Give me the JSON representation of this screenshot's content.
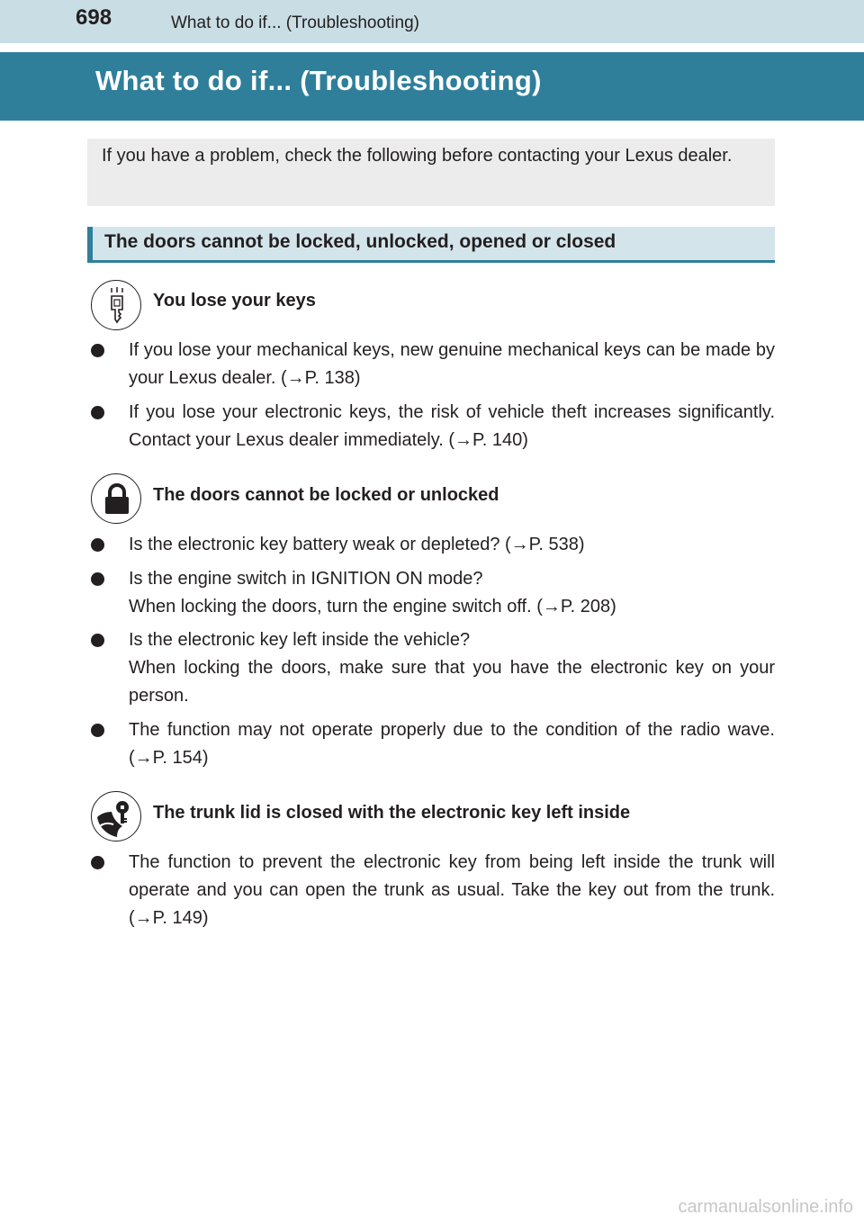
{
  "header": {
    "page_number": "698",
    "running_title": "What to do if... (Troubleshooting)"
  },
  "title": "What to do if... (Troubleshooting)",
  "intro": "If you have a problem, check the following before contacting your Lexus dealer.",
  "section": {
    "heading": "The doors cannot be locked, unlocked, opened or closed",
    "groups": [
      {
        "icon": "key-icon",
        "heading": "You lose your keys",
        "bullets": [
          {
            "lines": [
              "If you lose your mechanical keys, new genuine mechanical keys can be made by your Lexus dealer. (→P. 138)"
            ]
          },
          {
            "lines": [
              "If you lose your electronic keys, the risk of vehicle theft increases significantly. Contact your Lexus dealer immediately. (→P. 140)"
            ]
          }
        ]
      },
      {
        "icon": "padlock-icon",
        "heading": "The doors cannot be locked or unlocked",
        "bullets": [
          {
            "lines": [
              "Is the electronic key battery weak or depleted? (→P. 538)"
            ]
          },
          {
            "lines": [
              "Is the engine switch in IGNITION ON mode?",
              "When locking the doors, turn the engine switch off. (→P. 208)"
            ]
          },
          {
            "lines": [
              "Is the electronic key left inside the vehicle?",
              "When locking the doors, make sure that you have the electronic key on your person."
            ]
          },
          {
            "lines": [
              "The function may not operate properly due to the condition of the radio wave. (→P. 154)"
            ]
          }
        ]
      },
      {
        "icon": "key-in-trunk-icon",
        "heading": "The trunk lid is closed with the electronic key left inside",
        "bullets": [
          {
            "lines": [
              "The function to prevent the electronic key from being left inside the trunk will operate and you can open the trunk as usual. Take the key out from the trunk. (→P. 149)"
            ]
          }
        ]
      }
    ]
  },
  "watermark": "carmanualsonline.info",
  "colors": {
    "header_bar": "#c9dde4",
    "title_band": "#2f7f9b",
    "intro_box": "#ececec",
    "section_heading_bg": "#d3e5eb",
    "text": "#231f20"
  }
}
